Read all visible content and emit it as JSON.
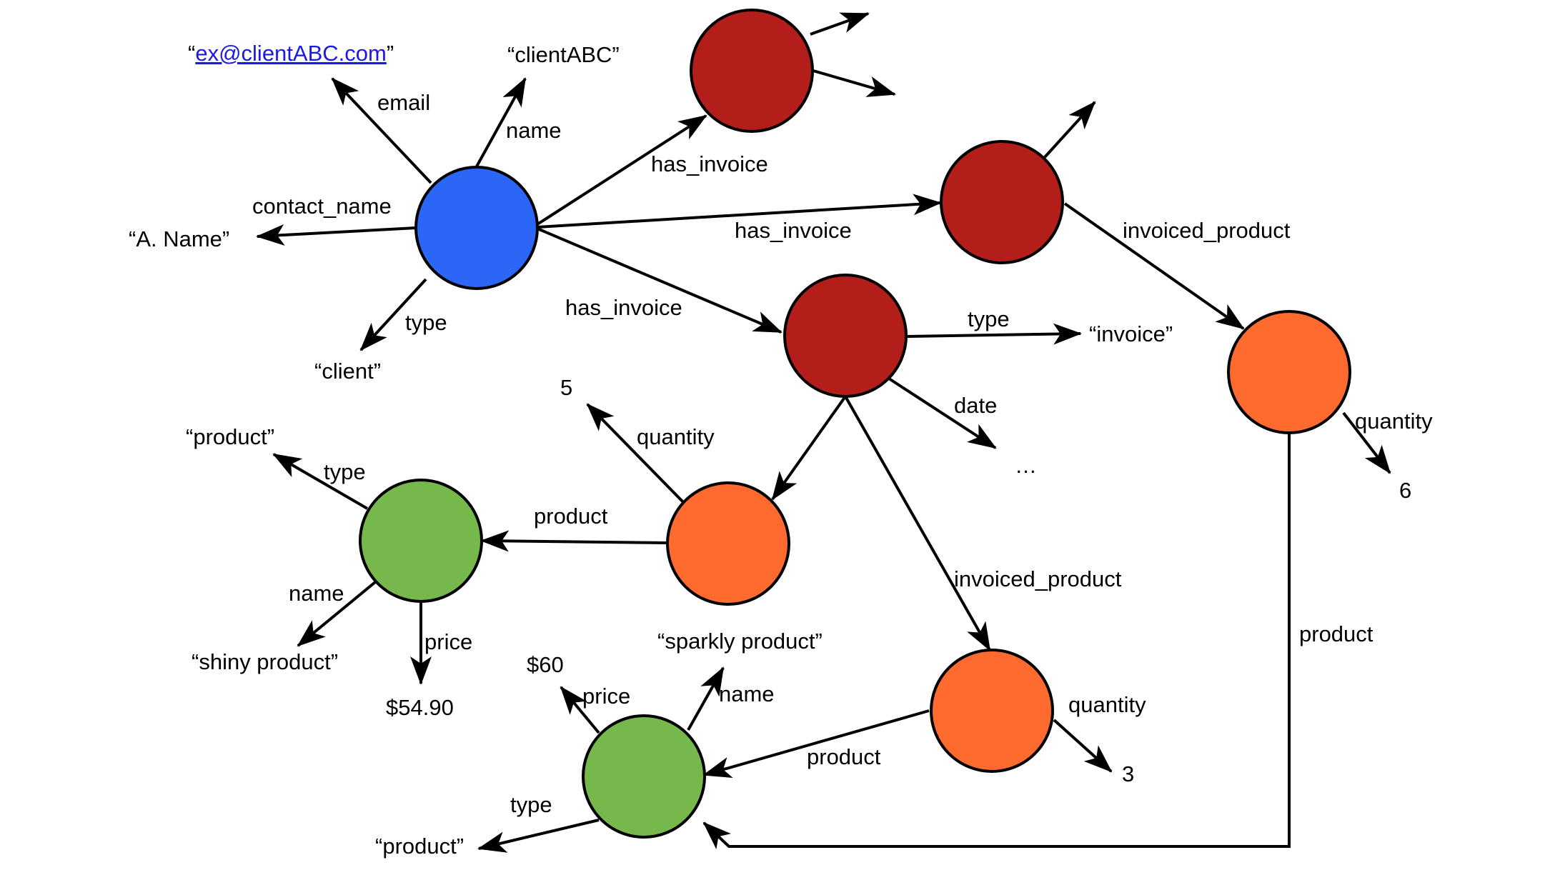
{
  "colors": {
    "client": "#2c66f6",
    "invoice": "#b31e1a",
    "line_item": "#ff6a2e",
    "product": "#76b84c",
    "link": "#1a1ae6"
  },
  "edge_labels": {
    "email": "email",
    "name": "name",
    "contact_name": "contact_name",
    "type": "type",
    "has_invoice": "has_invoice",
    "invoiced_product": "invoiced_product",
    "date": "date",
    "quantity": "quantity",
    "product": "product",
    "price": "price"
  },
  "values": {
    "email_open": "“",
    "email_url": "ex@clientABC.com",
    "email_close": "”",
    "client_name": "“clientABC”",
    "contact": "“A. Name”",
    "client_type": "“client”",
    "invoice_type": "“invoice”",
    "ellipsis": "…",
    "qty_5": "5",
    "qty_6": "6",
    "qty_3": "3",
    "product_type": "“product”",
    "shiny_name": "“shiny product”",
    "shiny_price": "$54.90",
    "sparkly_name": "“sparkly product”",
    "sparkly_price": "$60"
  }
}
